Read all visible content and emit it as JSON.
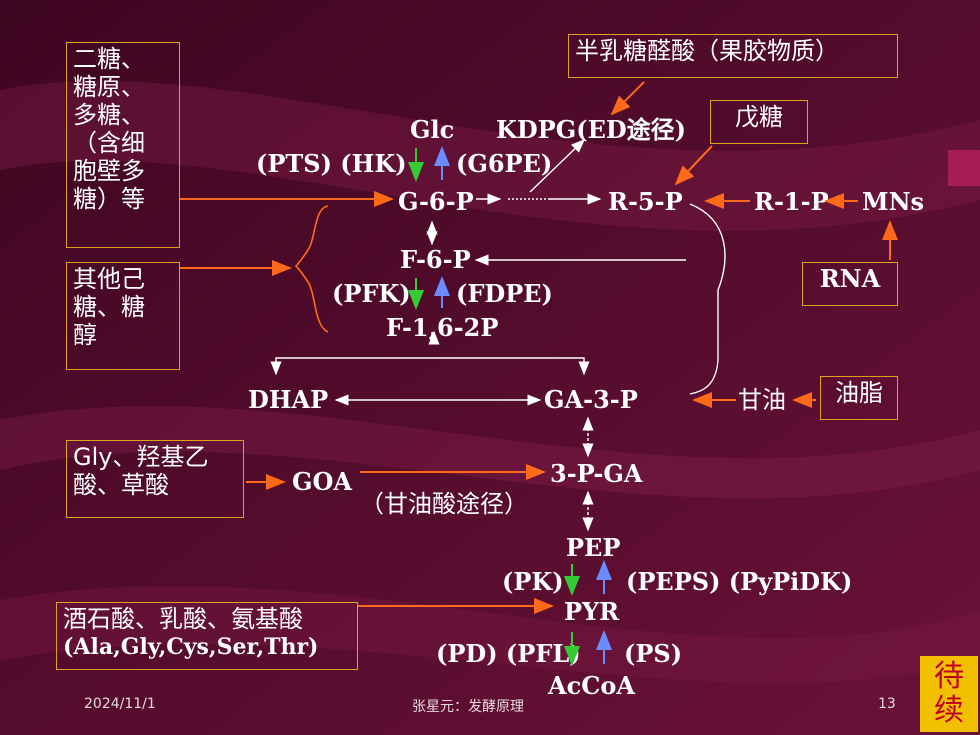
{
  "boxes": {
    "sugars": "二糖、\n糖原、\n多糖、\n（含细\n胞壁多\n糖）等",
    "hexoses": "其他己\n糖、糖\n醇",
    "gly": "Gly、羟基乙\n酸、草酸",
    "acids_cn": "酒石酸、乳酸、氨基酸",
    "acids_en": "(Ala,Gly,Cys,Ser,Thr)",
    "pectin": "半乳糖醛酸（果胶物质）",
    "pentose": "戊糖",
    "rna": "RNA",
    "fat": "油脂"
  },
  "nodes": {
    "glc": "Glc",
    "kdpg": "KDPG(ED途径)",
    "pts_hk": "(PTS) (HK)",
    "g6pe": "(G6PE)",
    "g6p": "G-6-P",
    "r5p": "R-5-P",
    "r1p": "R-1-P",
    "mns": "MNs",
    "f6p": "F-6-P",
    "pfk": "(PFK)",
    "fdpe": "(FDPE)",
    "f16p": "F-1,6-2P",
    "dhap": "DHAP",
    "ga3p": "GA-3-P",
    "glycerol": "甘油",
    "goa": "GOA",
    "pga3": "3-P-GA",
    "glycerate_path": "（甘油酸途径）",
    "pep": "PEP",
    "pk": "(PK)",
    "peps": "(PEPS) (PyPiDK)",
    "pyr": "PYR",
    "pd_pfl": "(PD) (PFL)",
    "ps": "(PS)",
    "acoa": "AcCoA"
  },
  "footer": {
    "date": "2024/11/1",
    "author": "张星元：发酵原理",
    "page": "13"
  },
  "continue_label": "待续",
  "colors": {
    "background": "#5a0e2e",
    "orange_arrow": "#ff6a1a",
    "green_arrow": "#33cc33",
    "blue_arrow": "#6b8cff",
    "box_border": "#e0a020",
    "continue_bg": "#f2c000"
  }
}
